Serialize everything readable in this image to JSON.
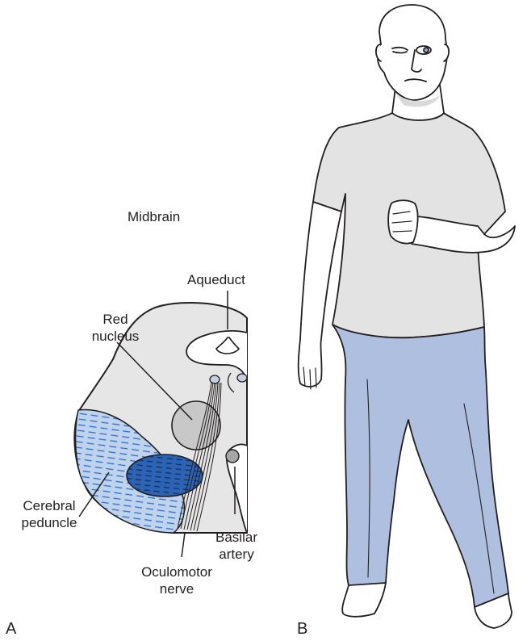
{
  "panels": {
    "a": {
      "letter": "A",
      "title": "Midbrain",
      "labels": {
        "aqueduct": "Aqueduct",
        "red_nucleus_1": "Red",
        "red_nucleus_2": "nucleus",
        "cerebral_peduncle_1": "Cerebral",
        "cerebral_peduncle_2": "peduncle",
        "basilar_artery_1": "Basilar",
        "basilar_artery_2": "artery",
        "oculomotor_nerve_1": "Oculomotor",
        "oculomotor_nerve_2": "nerve"
      }
    },
    "b": {
      "letter": "B"
    }
  },
  "colors": {
    "outline": "#231f20",
    "tissue": "#e6e6e6",
    "red_nucleus_fill": "#c8c8c8",
    "peduncle_stripe": "#2e6fc4",
    "peduncle_light": "#bfd3ef",
    "lesion_dark": "#1c4f9c",
    "shirt": "#e3e3e3",
    "pants": "#aebfe0",
    "skin": "#ffffff"
  }
}
